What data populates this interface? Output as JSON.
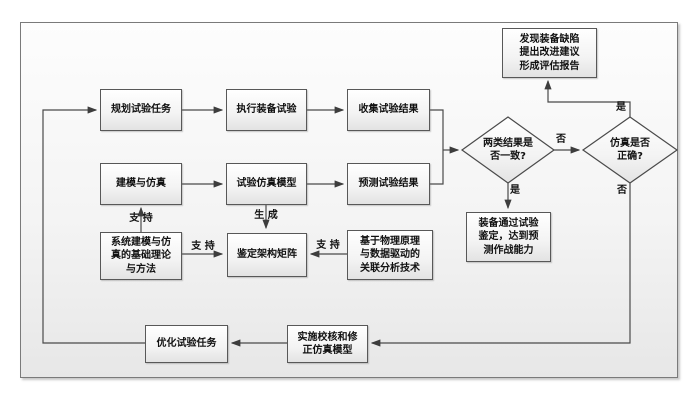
{
  "nodes": {
    "plan": {
      "label": "规划试验任务"
    },
    "execute": {
      "label": "执行装备试验"
    },
    "collect": {
      "label": "收集试验结果"
    },
    "modeling": {
      "label": "建模与仿真"
    },
    "sim_model": {
      "label": "试验仿真模型"
    },
    "predict": {
      "label": "预测试验结果"
    },
    "decision_consistent": {
      "label": "两类结果是\n否一致?"
    },
    "decision_sim_correct": {
      "label": "仿真是否\n正确?"
    },
    "report": {
      "label": "发现装备缺陷\n提出改进建议\n形成评估报告"
    },
    "qualified": {
      "label": "装备通过试验\n鉴定，达到预\n测作战能力"
    },
    "theory": {
      "label": "系统建模与仿\n真的基础理论\n与方法"
    },
    "matrix": {
      "label": "鉴定架构矩阵"
    },
    "physics": {
      "label": "基于物理原理\n与数据驱动的\n关联分析技术"
    },
    "optimize": {
      "label": "优化试验任务"
    },
    "verify": {
      "label": "实施校核和修\n正仿真模型"
    }
  },
  "edge_labels": {
    "consistent_no": "否",
    "consistent_yes": "是",
    "sim_correct_yes": "是",
    "sim_correct_no": "否",
    "support_theory_modeling": "支 持",
    "support_theory_matrix": "支 持",
    "support_physics_matrix": "支 持",
    "generate": "生 成"
  },
  "colors": {
    "line": "#4a4a4a",
    "arrow": "#3d3d3d",
    "shape_border": "#585858",
    "shape_fill_top": "#ffffff",
    "shape_fill_bottom": "#e3e3e3",
    "frame_border": "#7a7a7a",
    "text": "#111111"
  }
}
